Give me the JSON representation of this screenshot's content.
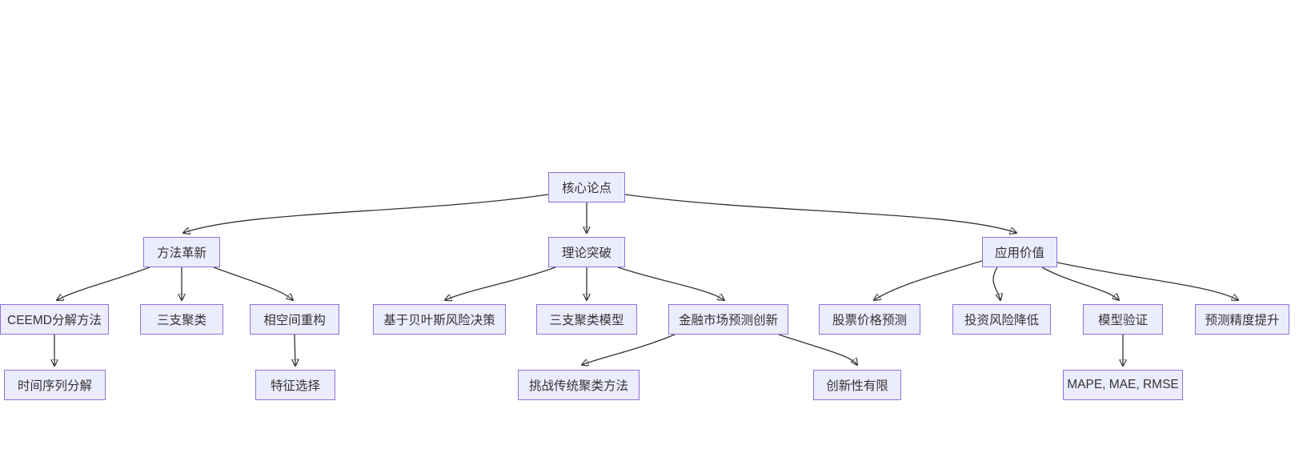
{
  "diagram": {
    "type": "flowchart",
    "direction": "top-down",
    "colors": {
      "background": "#ffffff",
      "node_fill": "#ECECFF",
      "node_border": "#9370DB",
      "edge": "#333333",
      "text": "#333333"
    },
    "nodes": {
      "core_thesis": {
        "label": "核心论点"
      },
      "method_innovation": {
        "label": "方法革新"
      },
      "theory_breakthrough": {
        "label": "理论突破"
      },
      "application_value": {
        "label": "应用价值"
      },
      "ceemd_decomposition": {
        "label": "CEEMD分解方法"
      },
      "three_way_clustering": {
        "label": "三支聚类"
      },
      "phase_space_reconstruction": {
        "label": "相空间重构"
      },
      "bayesian_risk_decision": {
        "label": "基于贝叶斯风险决策"
      },
      "three_way_clustering_model": {
        "label": "三支聚类模型"
      },
      "financial_market_innovation": {
        "label": "金融市场预测创新"
      },
      "stock_price_prediction": {
        "label": "股票价格预测"
      },
      "investment_risk_reduction": {
        "label": "投资风险降低"
      },
      "model_validation": {
        "label": "模型验证"
      },
      "prediction_accuracy": {
        "label": "预测精度提升"
      },
      "time_series_decomposition": {
        "label": "时间序列分解"
      },
      "feature_selection": {
        "label": "特征选择"
      },
      "challenge_traditional_clustering": {
        "label": "挑战传统聚类方法"
      },
      "limited_novelty": {
        "label": "创新性有限"
      },
      "evaluation_metrics": {
        "label": "MAPE, MAE, RMSE"
      }
    },
    "edges": [
      {
        "from": "core_thesis",
        "to": "method_innovation"
      },
      {
        "from": "core_thesis",
        "to": "theory_breakthrough"
      },
      {
        "from": "core_thesis",
        "to": "application_value"
      },
      {
        "from": "method_innovation",
        "to": "ceemd_decomposition"
      },
      {
        "from": "method_innovation",
        "to": "three_way_clustering"
      },
      {
        "from": "method_innovation",
        "to": "phase_space_reconstruction"
      },
      {
        "from": "theory_breakthrough",
        "to": "bayesian_risk_decision"
      },
      {
        "from": "theory_breakthrough",
        "to": "three_way_clustering_model"
      },
      {
        "from": "theory_breakthrough",
        "to": "financial_market_innovation"
      },
      {
        "from": "application_value",
        "to": "stock_price_prediction"
      },
      {
        "from": "application_value",
        "to": "investment_risk_reduction"
      },
      {
        "from": "application_value",
        "to": "model_validation"
      },
      {
        "from": "application_value",
        "to": "prediction_accuracy"
      },
      {
        "from": "ceemd_decomposition",
        "to": "time_series_decomposition"
      },
      {
        "from": "phase_space_reconstruction",
        "to": "feature_selection"
      },
      {
        "from": "financial_market_innovation",
        "to": "challenge_traditional_clustering"
      },
      {
        "from": "financial_market_innovation",
        "to": "limited_novelty"
      },
      {
        "from": "model_validation",
        "to": "evaluation_metrics"
      }
    ]
  }
}
